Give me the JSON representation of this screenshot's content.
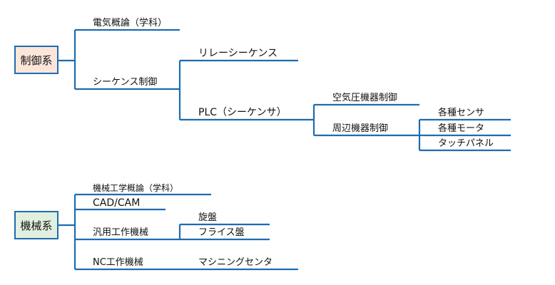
{
  "colors": {
    "line": "#1e6cb0",
    "control_box": "#fce6da",
    "machine_box": "#e2f0e0"
  },
  "control": {
    "root": "制御系",
    "theory": "電気概論（学科）",
    "sequence_control": "シーケンス制御",
    "relay_sequence": "リレーシーケンス",
    "plc": "PLC（シーケンサ）",
    "pneumatic_control": "空気圧機器制御",
    "peripheral_control": "周辺機器制御",
    "sensors": "各種センサ",
    "motors": "各種モータ",
    "touch_panel": "タッチパネル"
  },
  "machine": {
    "root": "機械系",
    "theory": "機械工学概論（学科）",
    "cad": "CAD/CAM",
    "general_machine": "汎用工作機械",
    "lathe": "旋盤",
    "milling": "フライス盤",
    "nc_machine": "NC工作機械",
    "machining_center": "マシニングセンタ"
  }
}
